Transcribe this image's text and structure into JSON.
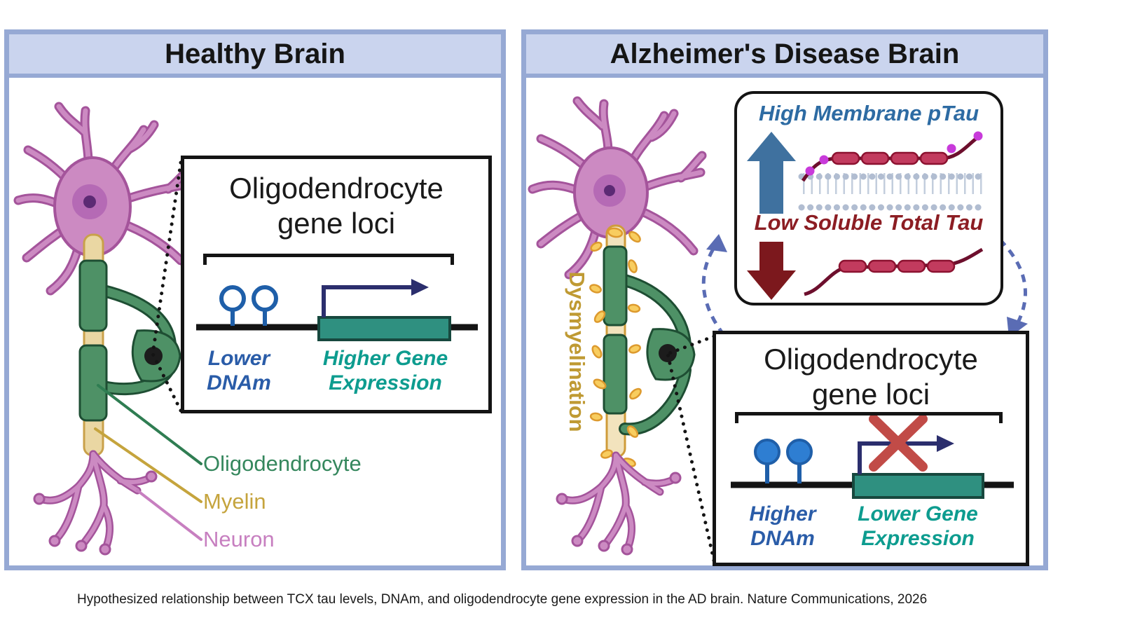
{
  "caption": "Hypothesized relationship between TCX tau levels, DNAm, and oligodendrocyte gene expression in the AD brain. Nature Communications, 2026",
  "panels": {
    "healthy": {
      "title": "Healthy Brain",
      "gene_box": {
        "title_line1": "Oligodendrocyte",
        "title_line2": "gene loci",
        "dnam_line1": "Lower",
        "dnam_line2": "DNAm",
        "expression_line1": "Higher Gene",
        "expression_line2": "Expression"
      },
      "legend": {
        "oligodendrocyte": "Oligodendrocyte",
        "myelin": "Myelin",
        "neuron": "Neuron"
      }
    },
    "alzheimers": {
      "title": "Alzheimer's Disease Brain",
      "dysmyelination_label": "Dysmyelination",
      "tau_box": {
        "high_label": "High Membrane pTau",
        "low_label": "Low Soluble Total Tau"
      },
      "gene_box": {
        "title_line1": "Oligodendrocyte",
        "title_line2": "gene loci",
        "dnam_line1": "Higher",
        "dnam_line2": "DNAm",
        "expression_line1": "Lower Gene",
        "expression_line2": "Expression"
      }
    }
  },
  "colors": {
    "panel_border": "#96a9d4",
    "panel_header_bg": "#cad4ee",
    "neuron_pink": "#cc8ac2",
    "neuron_outline": "#a4549b",
    "oligodendrocyte_green": "#4e9166",
    "oligodendrocyte_outline": "#1e4e33",
    "myelin_tan": "#ead7a3",
    "myelin_outline": "#c9a14a",
    "myelin_debris_yellow": "#f8cd5f",
    "gene_teal": "#2f9080",
    "promoter_arrow_navy": "#2b2e6d",
    "dnam_blue": "#2a5ca8",
    "expression_teal": "#0d9c8f",
    "ptau_blue": "#2d6ba3",
    "tau_dark_red": "#8c1d23",
    "inhibit_x_red": "#c14b47",
    "dashed_arrow_blue": "#5a6cb4",
    "phospho_magenta": "#c83ada",
    "tau_protein_crimson": "#c23b5e"
  }
}
